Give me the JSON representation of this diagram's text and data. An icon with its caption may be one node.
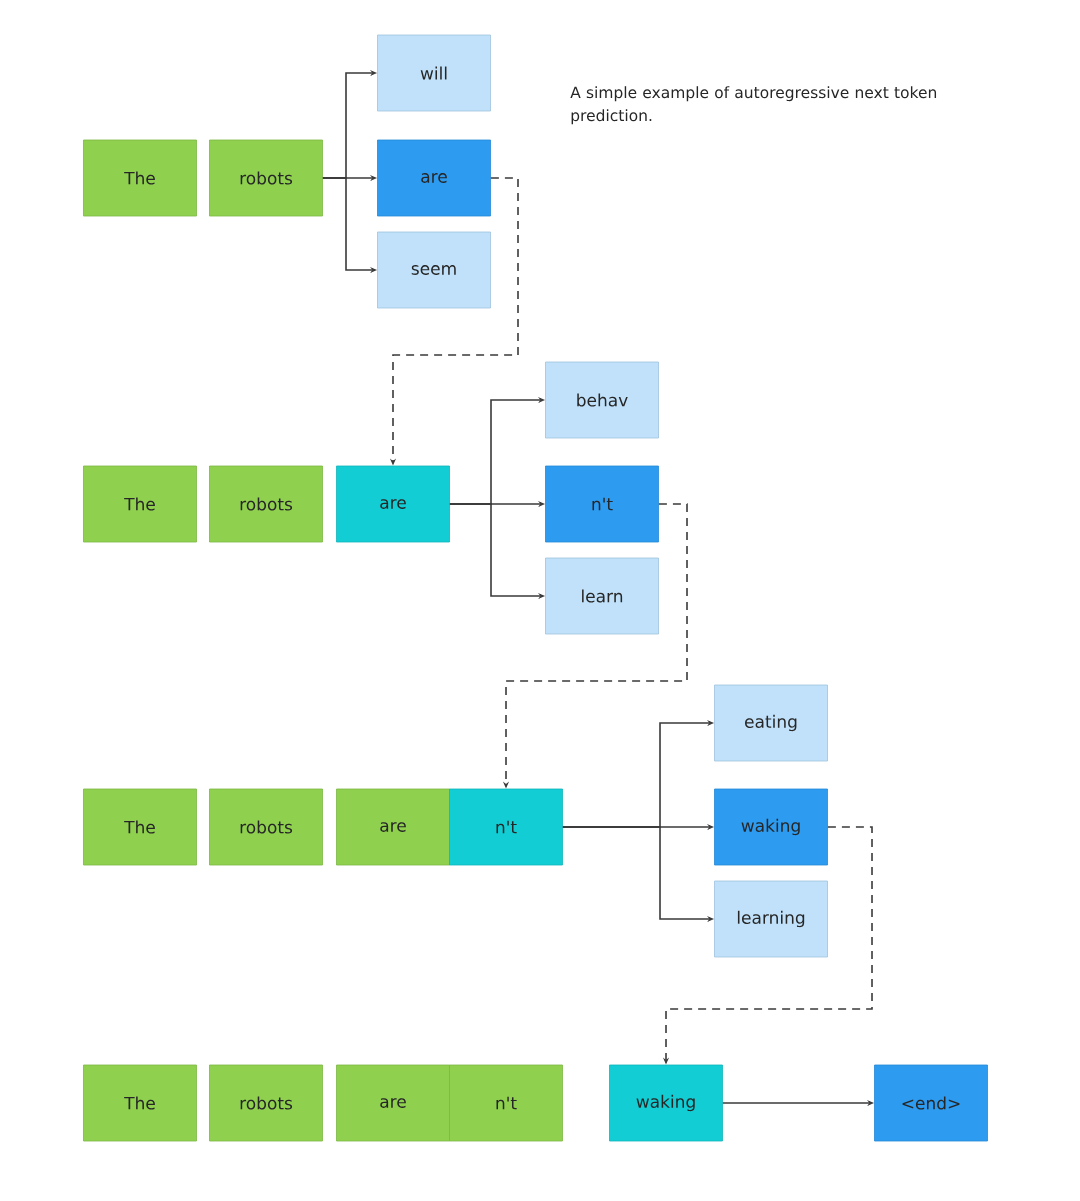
{
  "diagram": {
    "nodes": [
      {
        "text": [
          "The"
        ]
      },
      {
        "text": [
          "robots"
        ]
      },
      {
        "text": [
          "will"
        ]
      },
      {
        "text": [
          "are"
        ]
      },
      {
        "text": [
          "seem"
        ]
      },
      {
        "text": [
          "The"
        ]
      },
      {
        "text": [
          "robots"
        ]
      },
      {
        "text": [
          "are"
        ]
      },
      {
        "text": [
          "behav"
        ]
      },
      {
        "text": [
          "n't"
        ]
      },
      {
        "text": [
          "learn"
        ]
      },
      {
        "text": [
          "The"
        ]
      },
      {
        "text": [
          "robots"
        ]
      },
      {
        "text": [
          "are"
        ]
      },
      {
        "text": [
          "n't"
        ]
      },
      {
        "text": [
          "eating"
        ]
      },
      {
        "text": [
          "waking"
        ]
      },
      {
        "text": [
          "learning"
        ]
      },
      {
        "text": [
          "The"
        ]
      },
      {
        "text": [
          "robots"
        ]
      },
      {
        "text": [
          "are"
        ]
      },
      {
        "text": [
          "n't"
        ]
      },
      {
        "text": [
          "waking"
        ]
      },
      {
        "text": [
          "<end>"
        ]
      }
    ],
    "edges": [
      {
        "from": 1,
        "to": 2,
        "arrow": "to"
      },
      {
        "from": 1,
        "to": 3,
        "arrow": "to"
      },
      {
        "from": 1,
        "to": 4,
        "arrow": "to"
      },
      {
        "from": 3,
        "to": 7,
        "arrow": "to",
        "style": "dashed"
      },
      {
        "from": 7,
        "to": 8,
        "arrow": "to"
      },
      {
        "from": 7,
        "to": 9,
        "arrow": "to"
      },
      {
        "from": 7,
        "to": 10,
        "arrow": "to"
      },
      {
        "from": 9,
        "to": 14,
        "arrow": "to",
        "style": "dashed"
      },
      {
        "from": 14,
        "to": 15,
        "arrow": "to"
      },
      {
        "from": 14,
        "to": 16,
        "arrow": "to"
      },
      {
        "from": 14,
        "to": 17,
        "arrow": "to"
      },
      {
        "from": 16,
        "to": 22,
        "arrow": "to",
        "style": "dashed"
      },
      {
        "from": 22,
        "to": 23,
        "arrow": "to"
      }
    ],
    "labels": [
      "A simple example of autoregressive next token prediction."
    ]
  }
}
